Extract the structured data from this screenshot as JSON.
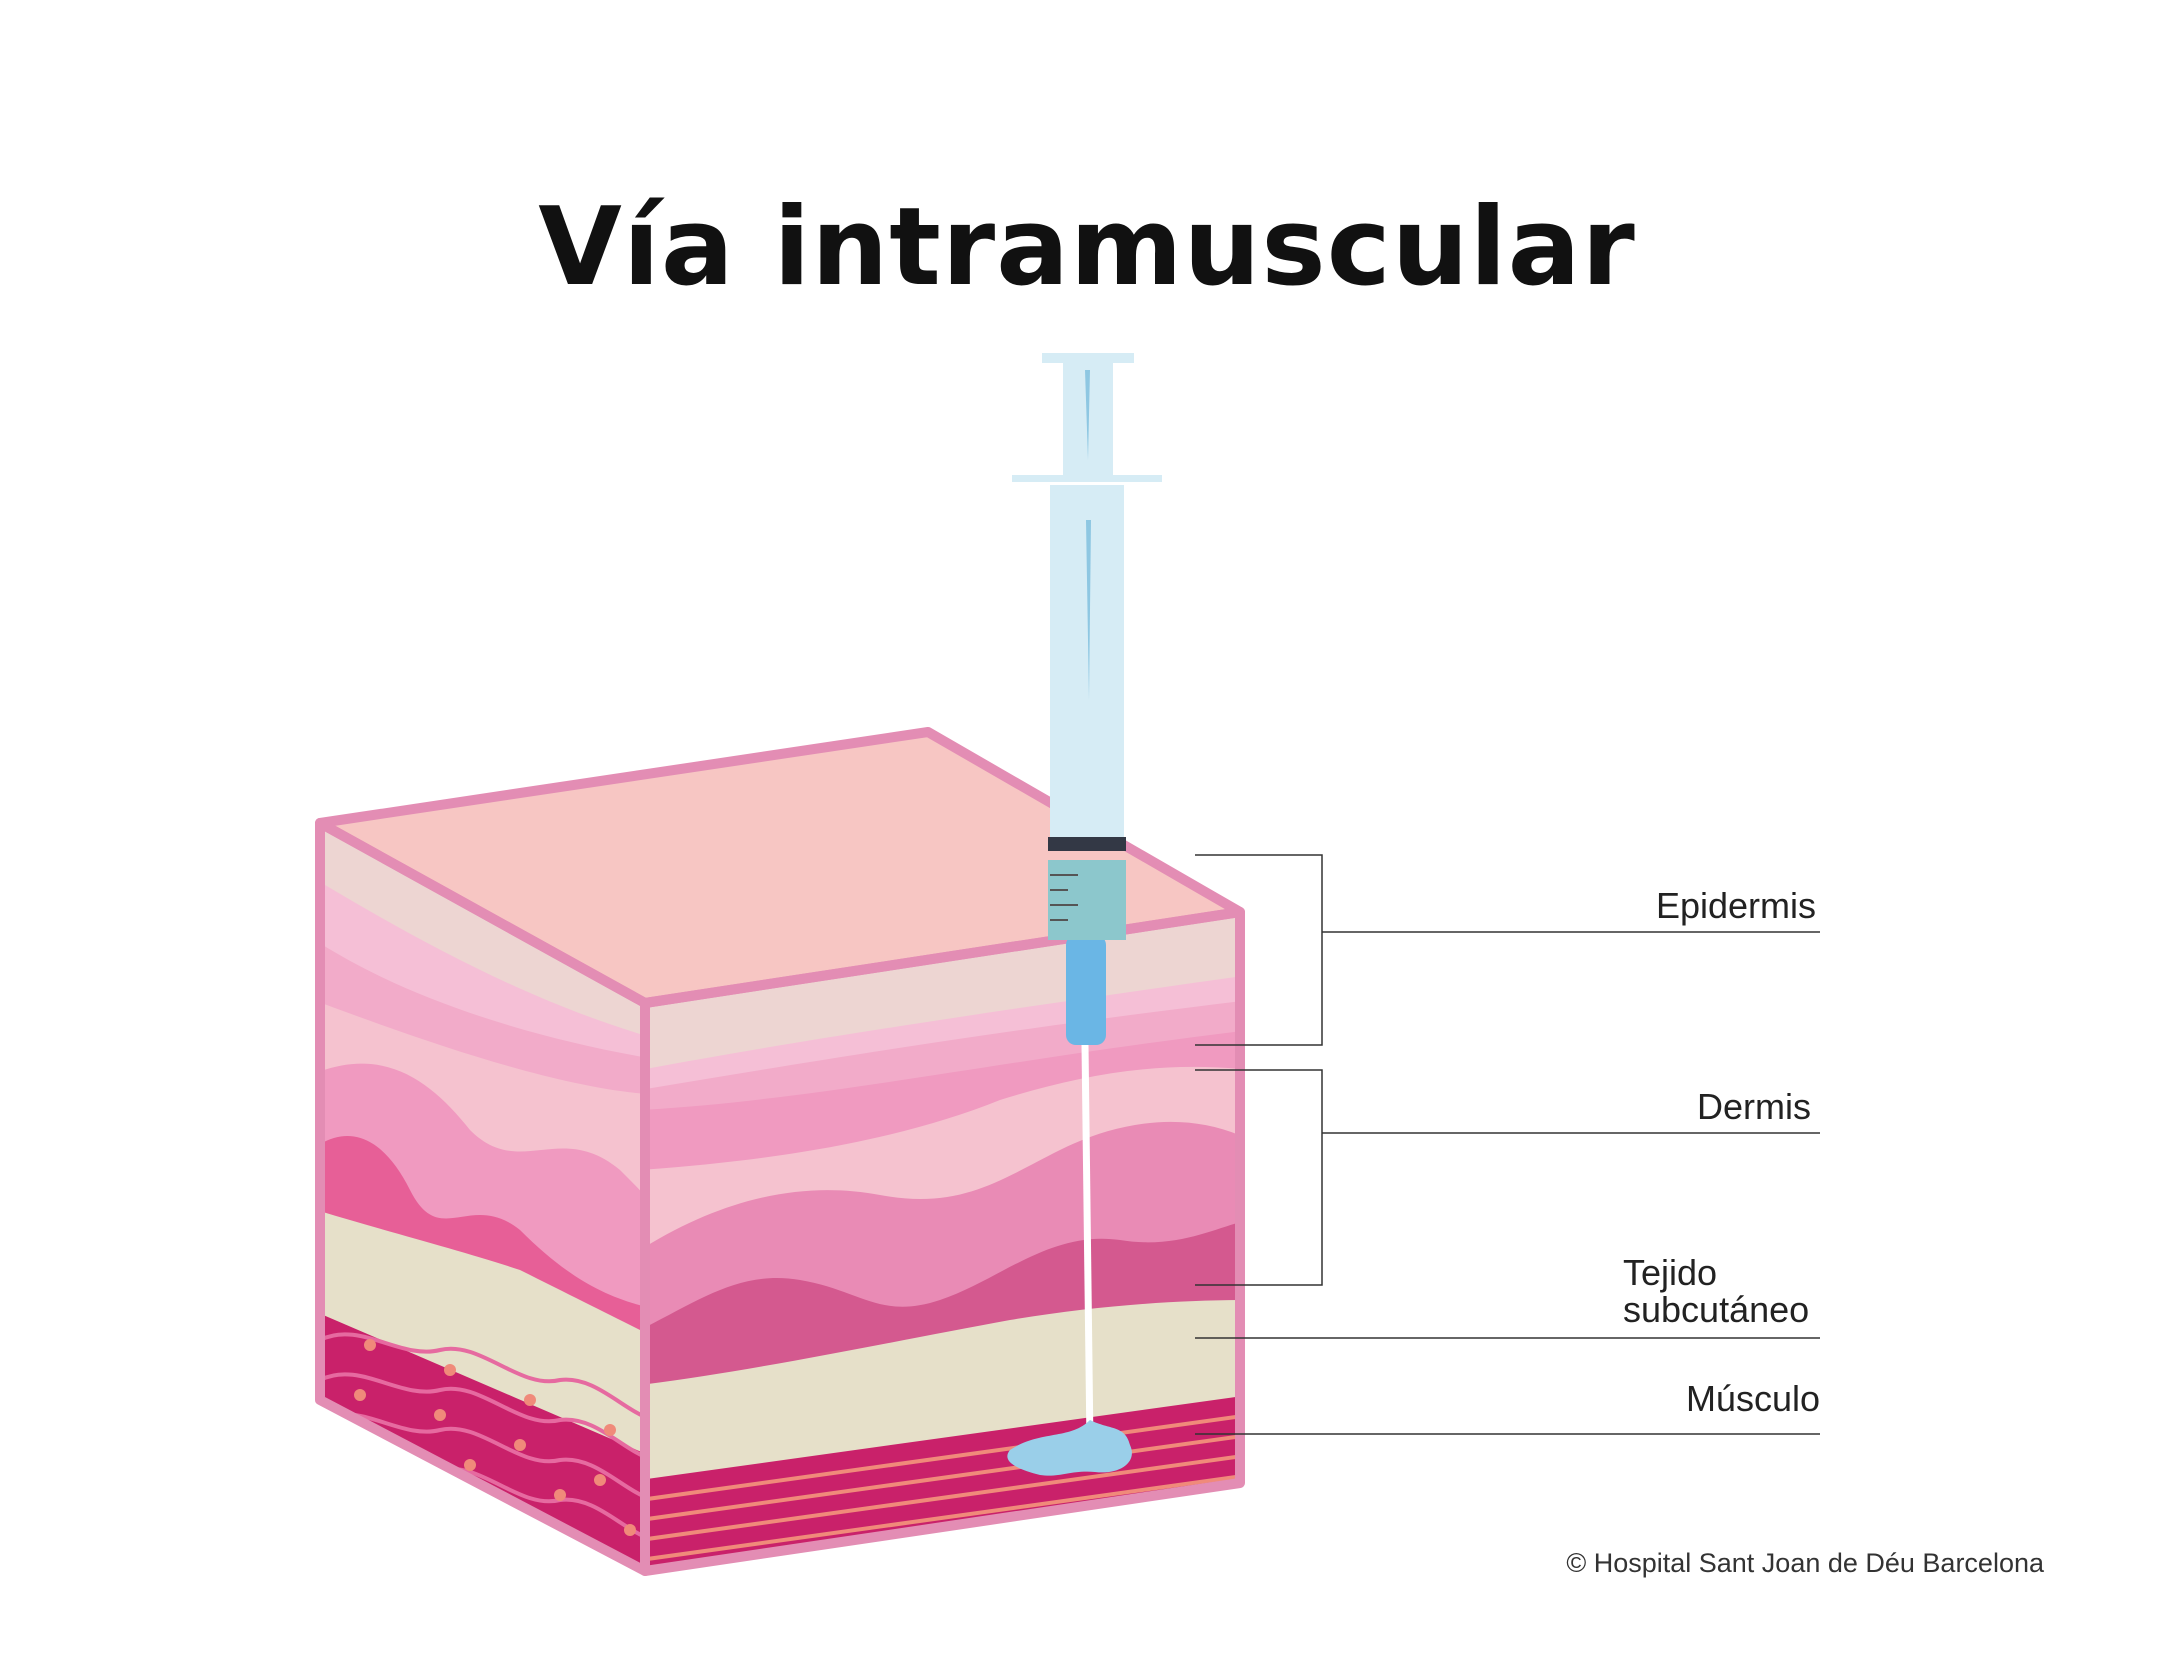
{
  "title": "Vía intramuscular",
  "labels": {
    "epidermis": "Epidermis",
    "dermis": "Dermis",
    "subcutaneous_line1": "Tejido",
    "subcutaneous_line2": "subcutáneo",
    "muscle": "Músculo"
  },
  "copyright": "© Hospital Sant Joan de Déu Barcelona",
  "colors": {
    "outline": "#e38db4",
    "top_face": "#f7c6c3",
    "epidermis": "#edd5d2",
    "dermis_light": "#f5bfd6",
    "dermis_mid": "#f09ac0",
    "dermis_deep": "#e75f97",
    "subcutaneous": "#e6e0c9",
    "muscle": "#c9216a",
    "syringe_barrel": "#d6ecf5",
    "syringe_hub": "#8cc7cc",
    "needle_hub": "#6ab6e5",
    "injected_fluid": "#9acfe9"
  }
}
